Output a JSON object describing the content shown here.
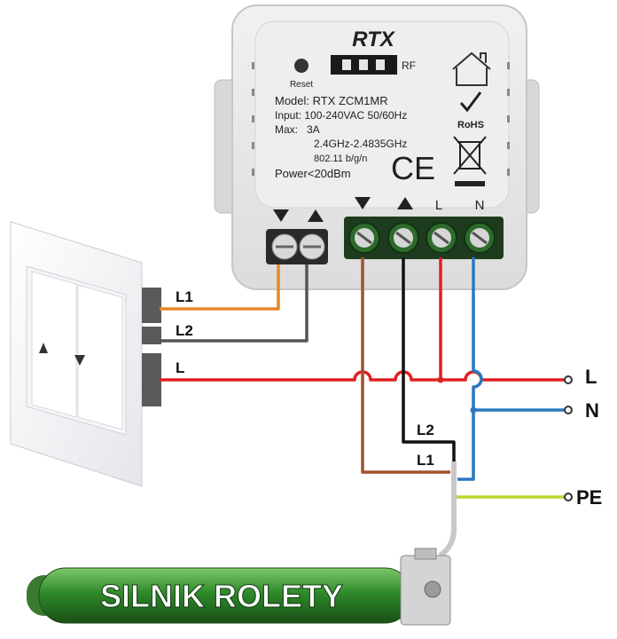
{
  "module": {
    "brand": "RTX",
    "reset_label": "Reset",
    "rf_label": "RF",
    "spec_lines": [
      "Model: RTX  ZCM1MR",
      "Input: 100-240VAC 50/60Hz",
      "Max:   3A",
      "2.4GHz-2.4835GHz",
      "802.11 b/g/n",
      "Power<20dBm"
    ],
    "rohs_label": "RoHS",
    "ce_label": "CE",
    "terminal_l_label": "L",
    "terminal_n_label": "N",
    "icons": [
      "home-icon",
      "checkmark-icon",
      "weee-bin-icon",
      "up-arrow-icon",
      "down-arrow-icon"
    ]
  },
  "wires": {
    "switch_l1": "L1",
    "switch_l2": "L2",
    "switch_l": "L",
    "motor_l2": "L2",
    "motor_l1": "L1"
  },
  "supply": {
    "l_label": "L",
    "n_label": "N",
    "pe_label": "PE"
  },
  "motor": {
    "label": "SILNIK ROLETY"
  },
  "colors": {
    "live": "#e02020",
    "neutral": "#2a78c0",
    "earth": "#b9d62a",
    "l1_orange": "#e8862a",
    "l2_grey": "#555555",
    "brown": "#a0522d",
    "black": "#111111",
    "motor_green": "#2f8a2a"
  }
}
